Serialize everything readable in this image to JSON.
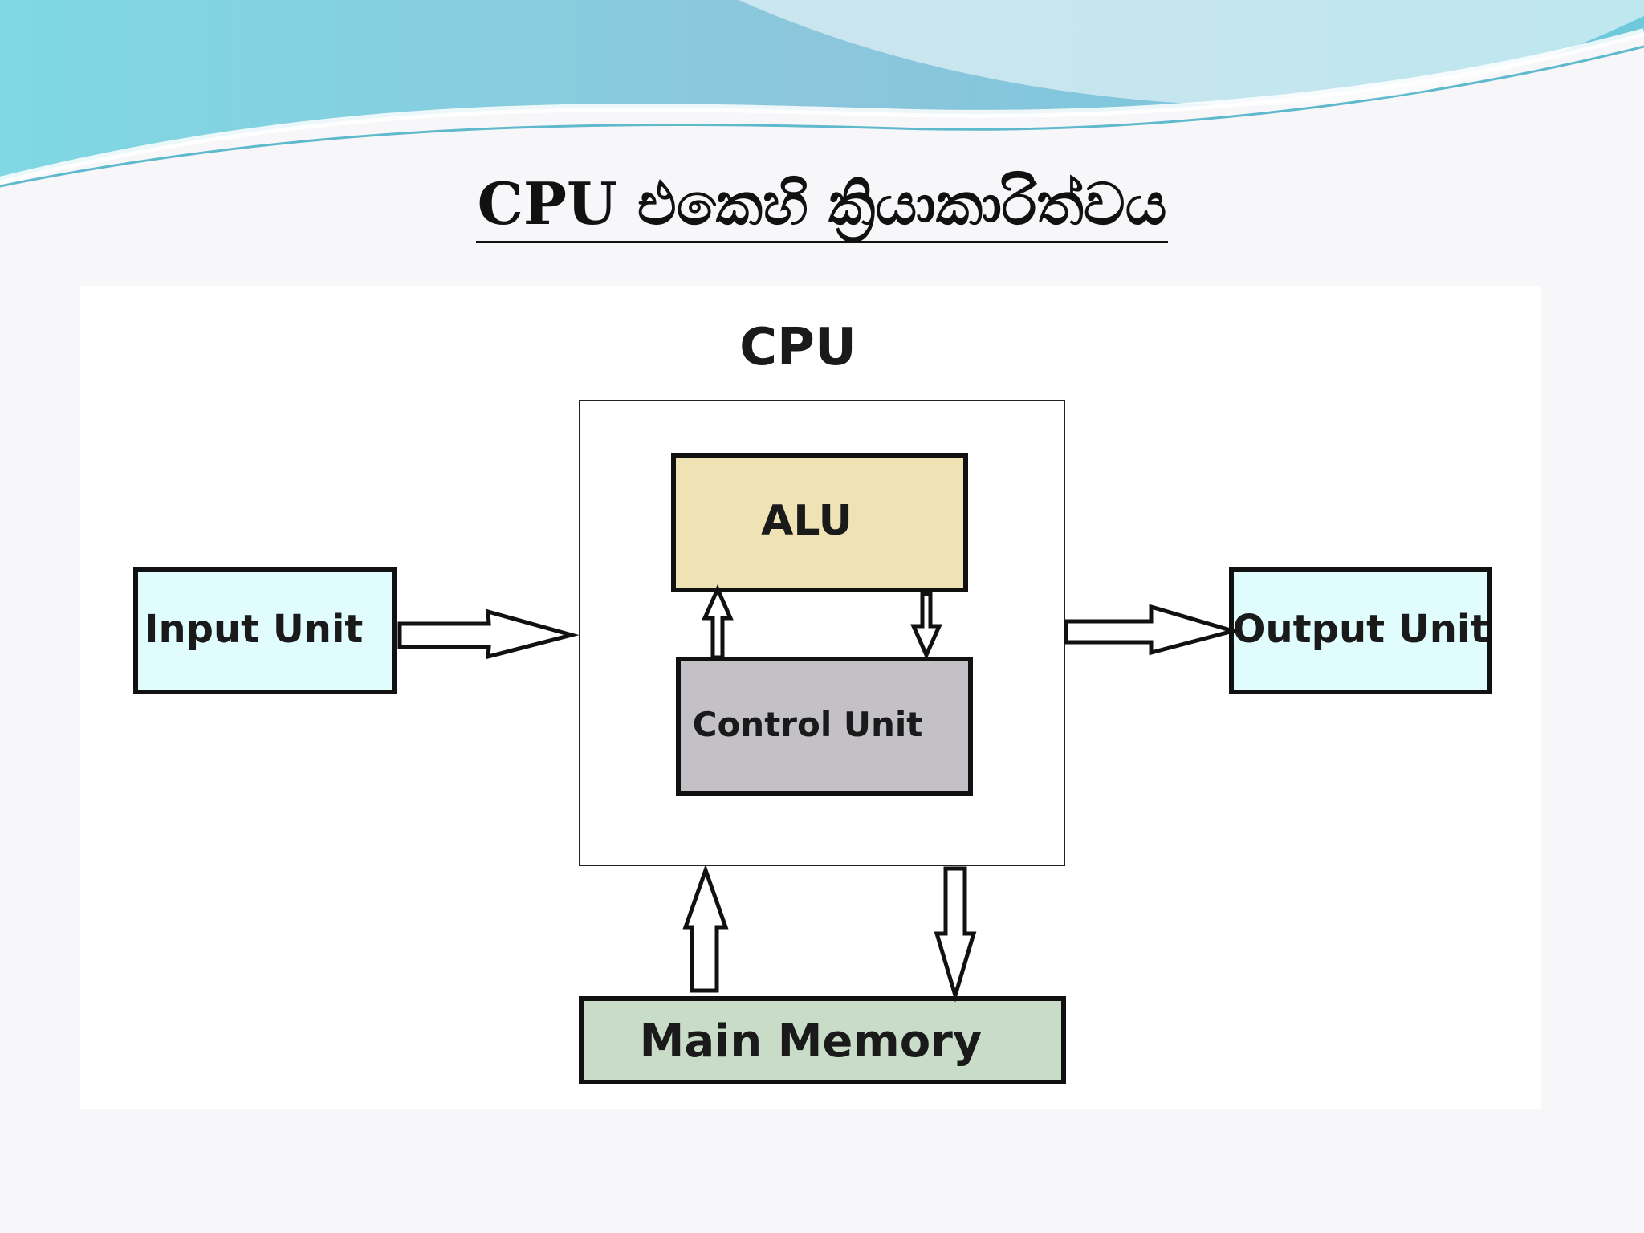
{
  "slide": {
    "title": "CPU එකෙහි ක්‍රියාකාරිත්වය"
  },
  "diagram": {
    "cpu_label": "CPU",
    "alu_label": "ALU",
    "control_unit_label": "Control Unit",
    "input_unit_label": "Input Unit",
    "output_unit_label": "Output Unit",
    "main_memory_label": "Main Memory"
  },
  "colors": {
    "alu_fill": "#efe3b5",
    "control_unit_fill": "#c3c1c6",
    "io_fill": "#e0fcfd",
    "memory_fill": "#c8dcc8",
    "wave_teal": "#7fd6e2",
    "wave_blue": "#86b9d6"
  }
}
